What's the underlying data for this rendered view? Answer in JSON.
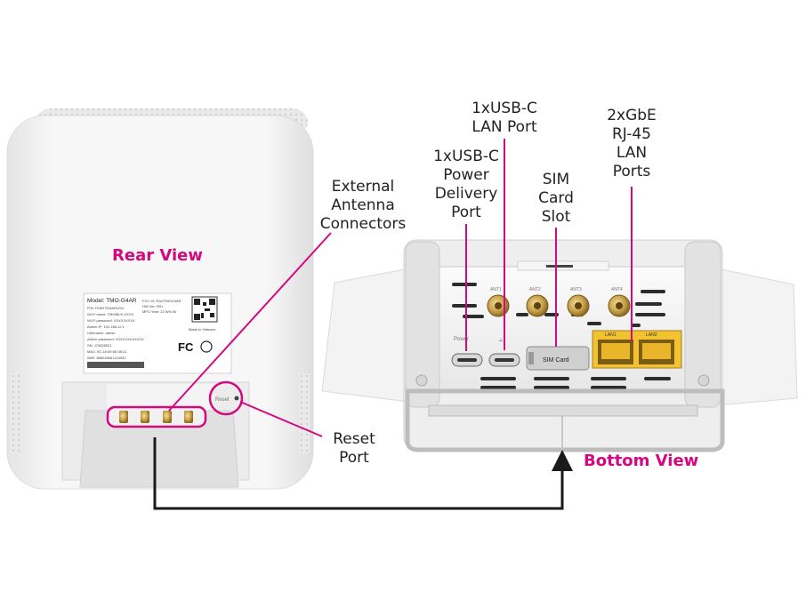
{
  "colors": {
    "accent": "#d4087f",
    "device": "#f2f2f2",
    "connector_gold": "#c9a24a",
    "lan_yellow": "#f2c232",
    "arrow": "#1a1a1a"
  },
  "views": {
    "rear": "Rear View",
    "bottom": "Bottom View"
  },
  "callouts": {
    "antenna": "External\nAntenna\nConnectors",
    "reset": "Reset\nPort",
    "usbc_power": "1xUSB-C\nPower\nDelivery\nPort",
    "usbc_lan": "1xUSB-C\nLAN Port",
    "sim": "SIM\nCard\nSlot",
    "lan": "2xGbE\nRJ-45\nLAN\nPorts"
  },
  "rear_label": {
    "model": "Model: TMO-G4AR",
    "pn": "P/N: FMNTG04ARUSU",
    "wifi_name": "Wi-Fi name: TMOBILE-XXXX",
    "wifi_password": "Wi-Fi password: XXXXXXXXX",
    "admin_ip": "Admin IP: 192.168.12.1",
    "username": "Username: admin",
    "admin_password": "Admin password: XXXXXXXXXXXX",
    "sn": "SN: J70828021",
    "mac": "MAC: 5C:18:00:6E:08:21",
    "imei": "IMEI: 868245061214587",
    "fcc_id": "FCC ID: RAXTMOG4AR",
    "hw_ver": "HW Ver: R01",
    "mfg_year": "MFG Year: 22.WK.06",
    "made_in": "Made in Vietnam",
    "fc_mark": "FC",
    "reset_marking": "Reset"
  },
  "bottom_panel": {
    "antenna_labels": [
      "ANT1",
      "ANT2",
      "ANT3",
      "ANT4"
    ],
    "power_marking": "Power",
    "sim_slot": "SIM Card",
    "lan_labels": [
      "LAN1",
      "LAN2"
    ]
  }
}
